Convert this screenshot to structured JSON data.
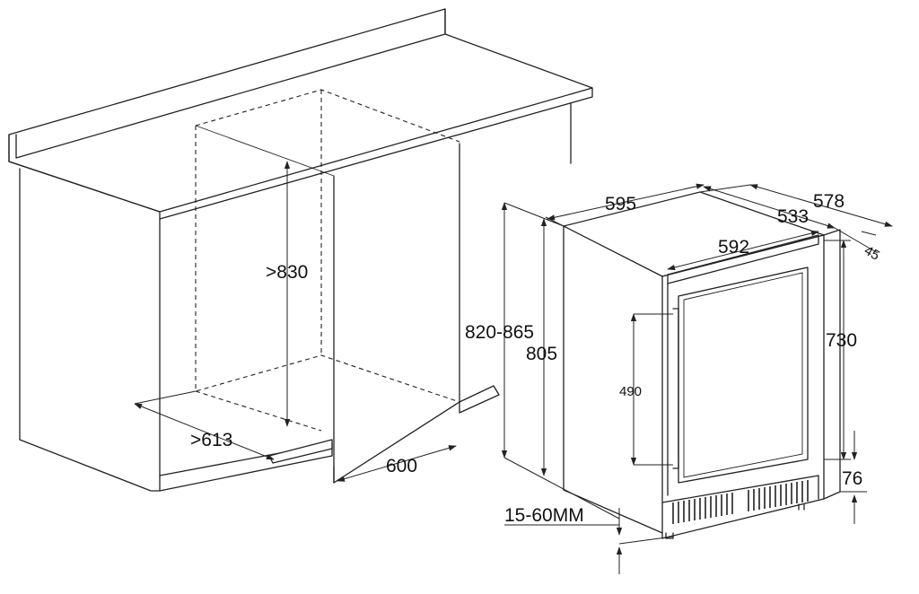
{
  "dimensions": {
    "cabinet_height": ">830",
    "cabinet_depth": ">613",
    "cabinet_width": "600",
    "unit_width": "595",
    "unit_depth_total": "578",
    "unit_depth_body": "533",
    "door_width": "592",
    "door_offset": "45",
    "adjustable_height": "820-865",
    "body_height": "805",
    "door_height": "730",
    "handle_height": "490",
    "plinth_height": "76",
    "gap": "15-60MM"
  }
}
